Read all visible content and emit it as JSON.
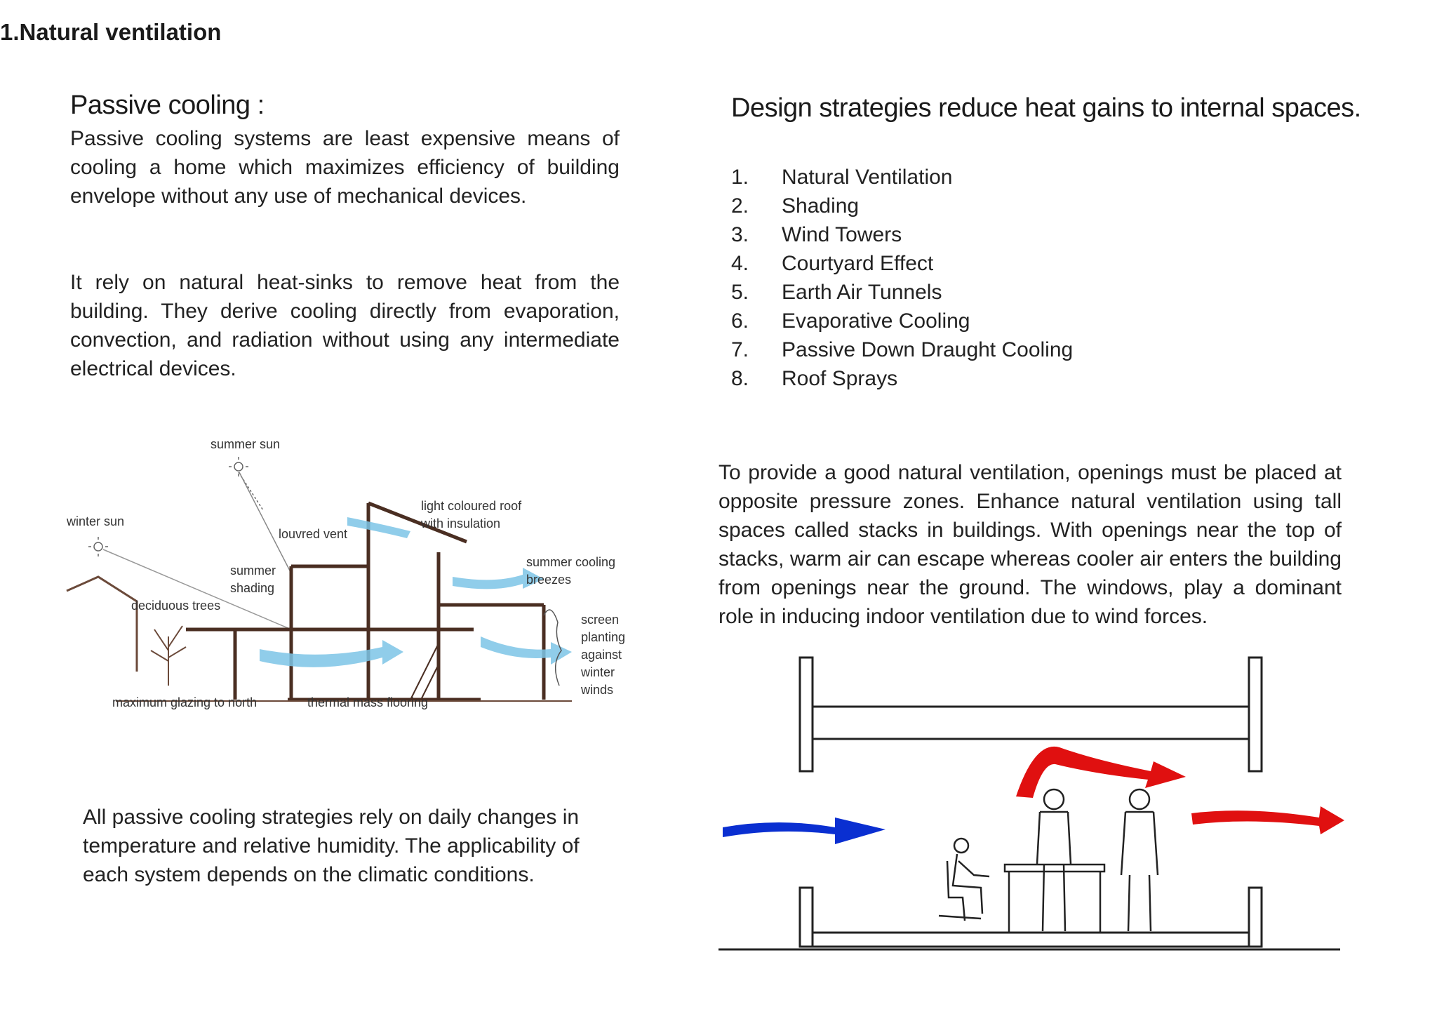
{
  "left": {
    "heading": "Passive cooling :",
    "intro": "Passive cooling systems are least expensive means of cooling a home which maximizes efficiency of  building envelope without any use of mechanical devices.",
    "heat_sinks": "It rely on natural heat-sinks to remove heat from the building. They derive cooling directly from evaporation, convection, and radiation without using any intermediate electrical devices.",
    "diagram_labels": {
      "summer_sun": "summer sun",
      "winter_sun": "winter sun",
      "louvred_vent": "louvred vent",
      "light_roof_1": "light coloured roof",
      "light_roof_2": "with insulation",
      "summer_shading_1": "summer",
      "summer_shading_2": "shading",
      "summer_breezes_1": "summer cooling",
      "summer_breezes_2": "breezes",
      "deciduous_trees": "deciduous trees",
      "screen_1": "screen",
      "screen_2": "planting",
      "screen_3": "against",
      "screen_4": "winter",
      "screen_5": "winds",
      "glazing": "maximum glazing to north",
      "thermal": "thermal mass flooring"
    },
    "conclusion": "All passive cooling strategies rely on daily changes in temperature and relative humidity. The applicability of each system depends on the climatic conditions."
  },
  "right": {
    "heading": "Design strategies reduce heat gains to internal spaces.",
    "strategies": [
      {
        "num": "1.",
        "label": "Natural Ventilation"
      },
      {
        "num": "2.",
        "label": "Shading"
      },
      {
        "num": "3.",
        "label": "Wind Towers"
      },
      {
        "num": "4.",
        "label": "Courtyard Effect"
      },
      {
        "num": "5.",
        "label": "Earth Air Tunnels"
      },
      {
        "num": "6.",
        "label": "Evaporative Cooling"
      },
      {
        "num": "7.",
        "label": "Passive Down Draught Cooling"
      },
      {
        "num": "8.",
        "label": "Roof Sprays"
      }
    ],
    "section_heading": "1.Natural ventilation",
    "section_text": "To provide a good natural ventilation, openings must be placed at  opposite pressure  zones. Enhance natural ventilation using tall spaces called stacks in buildings. With openings near the top of stacks, warm air can escape whereas cooler air enters the building from openings near the ground. The windows, play a dominant role in inducing indoor ventilation due to wind forces."
  },
  "colors": {
    "cool_air": "#0a2fd1",
    "warm_air": "#e01010",
    "breeze": "#7cc4e6"
  }
}
